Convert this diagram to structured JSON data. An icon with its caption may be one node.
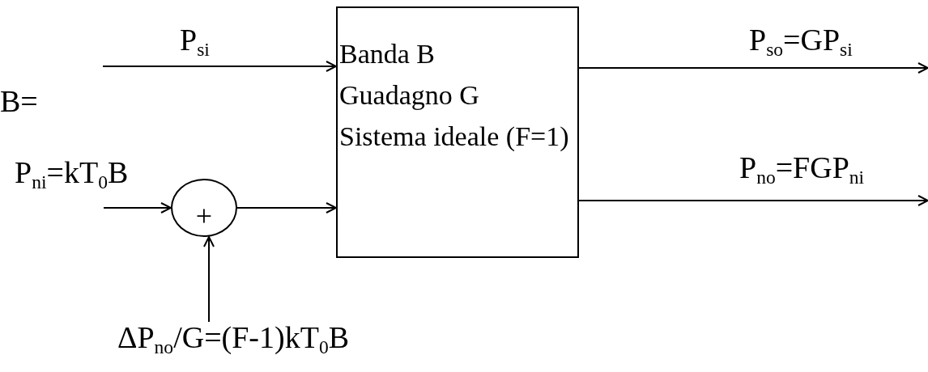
{
  "diagram": {
    "nodes": [
      {
        "text": [
          "Banda B",
          "Guadagno G",
          "Sistema ideale (F=1)"
        ]
      },
      {
        "text": [
          "+"
        ]
      },
      {
        "text": [
          "ΔP$_{no}$/G=(F-1)kT$_{0}$B"
        ]
      }
    ],
    "edges": [
      {
        "from": null,
        "to": 0,
        "arrow": "to",
        "label": "P$_{si}$"
      },
      {
        "from": null,
        "to": 1,
        "arrow": "to",
        "label": "P$_{ni}$=kT$_{0}$B"
      },
      {
        "from": 1,
        "to": 0,
        "arrow": "to"
      },
      {
        "from": 2,
        "to": 1,
        "arrow": "to"
      },
      {
        "from": 0,
        "to": null,
        "arrow": "to",
        "label": "P$_{so}$=GP$_{si}$"
      },
      {
        "from": 0,
        "to": null,
        "arrow": "to",
        "label": "P$_{no}$=FGP$_{ni}$"
      }
    ],
    "labels": [
      "B="
    ]
  }
}
